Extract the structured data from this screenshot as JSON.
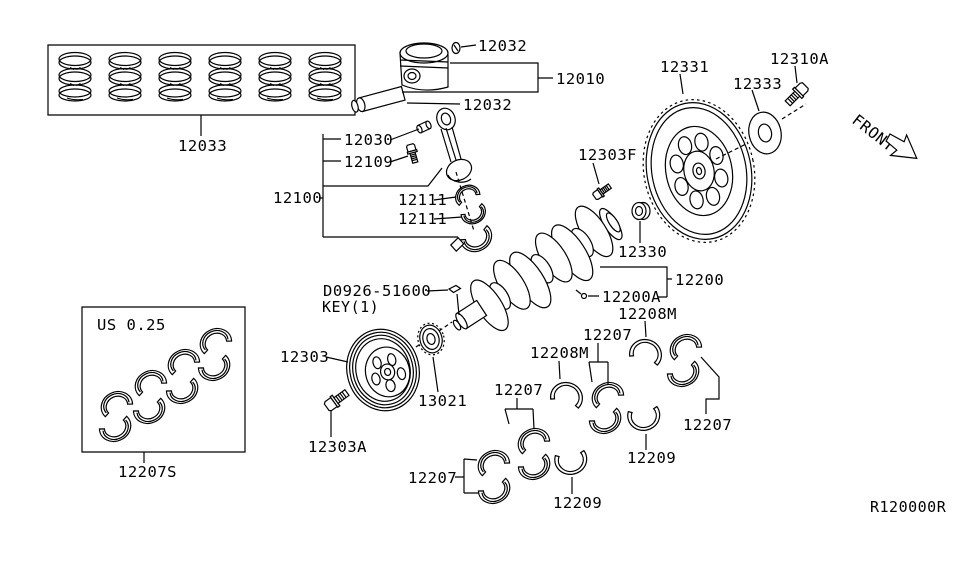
{
  "colors": {
    "line": "#000000",
    "background": "#ffffff"
  },
  "footer": {
    "ref_code": "R120000R"
  },
  "orientation": {
    "front_label": "FRONT"
  },
  "labels": {
    "piston_ring_set": "12033",
    "piston_snap_ring": "12032",
    "piston_assembly": "12010",
    "piston_pin": "12032",
    "rod_bushing": "12030",
    "rod_bolt": "12109",
    "connecting_rod": "12100",
    "rod_bearing_upper": "12111",
    "rod_bearing_lower": "12111",
    "crank_front_bolt": "12303F",
    "flywheel": "12331",
    "drive_plate": "12333",
    "flywheel_bolt": "12310A",
    "pilot_bushing": "12330",
    "crankshaft": "12200",
    "crankshaft_dowel": "12200A",
    "woodruff_key_part": "D0926-51600",
    "woodruff_key_qty": "KEY(1)",
    "crank_pulley": "12303",
    "crank_sprocket": "13021",
    "pulley_bolt": "12303A",
    "undersize_note": "US 0.25",
    "main_bearing_set_us": "12207S",
    "main_bearing_a": "12207",
    "main_bearing_b": "12207",
    "main_bearing_c": "12207",
    "main_bearing_d": "12207",
    "thrust_washer_a": "12208M",
    "thrust_washer_b": "12208M",
    "thrust_bearing_a": "12209",
    "thrust_bearing_b": "12209"
  }
}
